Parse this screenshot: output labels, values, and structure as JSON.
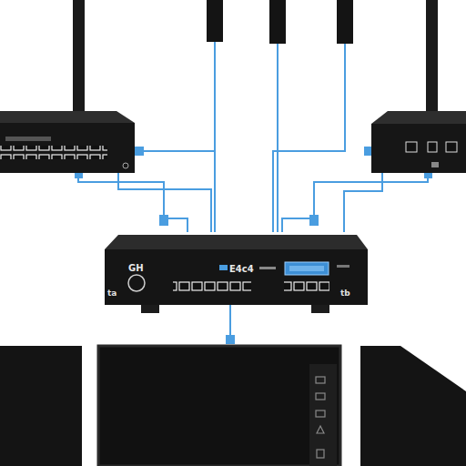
{
  "diagram": {
    "nodes": [
      {
        "text": [
          "GH",
          "E4c4"
        ]
      }
    ],
    "labels": [
      "ta",
      "tb"
    ]
  }
}
